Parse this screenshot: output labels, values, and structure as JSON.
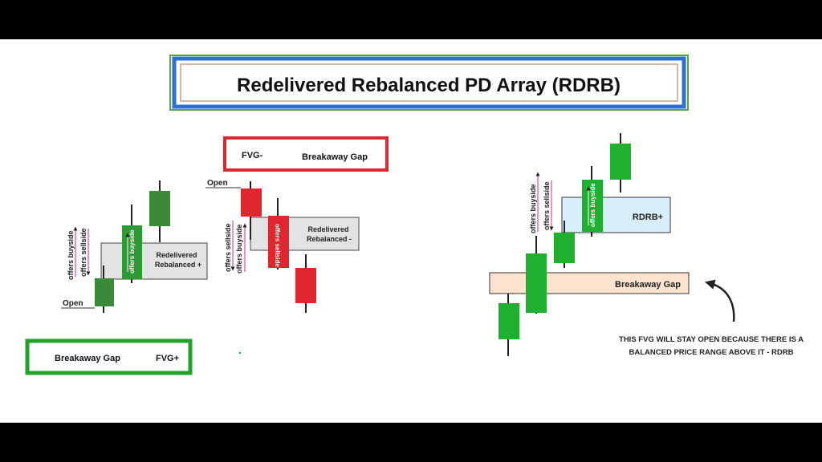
{
  "title": "Redelivered Rebalanced PD Array (RDRB)",
  "colors": {
    "bull": "#2e9a35",
    "bull_dark": "#3a8a3a",
    "bull_bright": "#1fb030",
    "bear": "#e0262f",
    "red_frame": "#d82a30",
    "green_frame": "#22a22a",
    "blue_frame": "#2f6fd0",
    "rdrb_fill": "#d8eefa",
    "gap_fill": "#fbe3cf",
    "grey_fill": "#e3e3e3",
    "arrow": "#e0267a"
  },
  "bearish_box": {
    "left_label": "FVG-",
    "right_label": "Breakaway Gap"
  },
  "bullish_box": {
    "left_label": "Breakaway Gap",
    "right_label": "FVG+"
  },
  "bullish_example": {
    "open_label": "Open",
    "offers_buyside": "offers buyside",
    "offers_sellside": "offers sellside",
    "zone_label_1": "Redelivered",
    "zone_label_2": "Rebalanced +",
    "candle_text": "offers buyside"
  },
  "bearish_example": {
    "open_label": "Open",
    "offers_sellside": "offers sellside",
    "offers_buyside": "offers buyside",
    "zone_label_1": "Redelivered",
    "zone_label_2": "Rebalanced -",
    "candle_text": "offers sellside"
  },
  "right_example": {
    "offers_buyside": "offers buyside",
    "offers_sellside": "offers sellside",
    "rdrb_label": "RDRB+",
    "gap_label": "Breakaway Gap",
    "candle_text": "offers buyside",
    "note_line1": "THIS FVG WILL STAY OPEN BECAUSE THERE IS A",
    "note_line2": "BALANCED PRICE RANGE ABOVE IT - RDRB"
  }
}
